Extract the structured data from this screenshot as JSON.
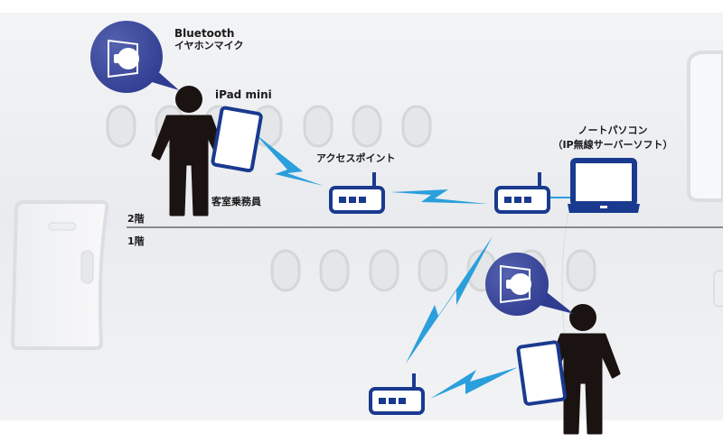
{
  "diagram": {
    "floors": {
      "upper": "2階",
      "lower": "1階"
    },
    "labels": {
      "bluetooth_line1": "Bluetooth",
      "bluetooth_line2": "イヤホンマイク",
      "ipad": "iPad mini",
      "access_point": "アクセスポイント",
      "laptop_line1": "ノートパソコン",
      "laptop_line2": "（IP無線サーバーソフト）",
      "cabin_crew": "客室乗務員"
    },
    "colors": {
      "device_blue": "#1a3a8f",
      "bubble_blue": "#3f4fa3",
      "wireless_blue": "#2a9fdc",
      "person": "#1a1311",
      "cabin_bg": "#eef0f3",
      "window": "#e4e6e8",
      "window_border": "#d2d4d6",
      "floor_line": "#8a8a8a"
    },
    "nodes": [
      {
        "id": "crew-upper",
        "type": "person",
        "floor": "2階"
      },
      {
        "id": "ipad-upper",
        "type": "tablet",
        "floor": "2階"
      },
      {
        "id": "headset-upper",
        "type": "bluetooth-headset",
        "floor": "2階"
      },
      {
        "id": "ap-upper",
        "type": "access-point",
        "floor": "2階"
      },
      {
        "id": "ap-server",
        "type": "access-point",
        "floor": "2階"
      },
      {
        "id": "laptop",
        "type": "laptop",
        "floor": "2階"
      },
      {
        "id": "ap-lower",
        "type": "access-point",
        "floor": "1階"
      },
      {
        "id": "ipad-lower",
        "type": "tablet",
        "floor": "1階"
      },
      {
        "id": "headset-lower",
        "type": "bluetooth-headset",
        "floor": "1階"
      },
      {
        "id": "crew-lower",
        "type": "person",
        "floor": "1階"
      }
    ],
    "links": [
      {
        "from": "ipad-upper",
        "to": "ap-upper",
        "type": "wireless"
      },
      {
        "from": "ap-upper",
        "to": "ap-server",
        "type": "wireless"
      },
      {
        "from": "ap-server",
        "to": "laptop",
        "type": "wired"
      },
      {
        "from": "ap-server",
        "to": "ap-lower",
        "type": "wireless"
      },
      {
        "from": "ap-lower",
        "to": "ipad-lower",
        "type": "wireless"
      },
      {
        "from": "headset-upper",
        "to": "crew-upper",
        "type": "bluetooth"
      },
      {
        "from": "headset-lower",
        "to": "crew-lower",
        "type": "bluetooth"
      }
    ]
  }
}
